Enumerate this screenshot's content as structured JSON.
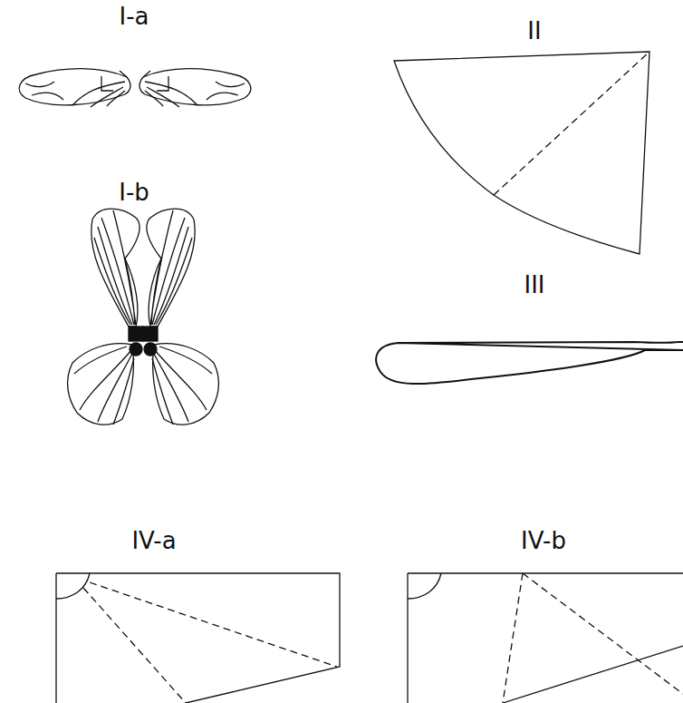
{
  "diagram": {
    "labels": [
      "I-a",
      "I-b",
      "II",
      "III",
      "IV-a",
      "IV-b"
    ]
  }
}
